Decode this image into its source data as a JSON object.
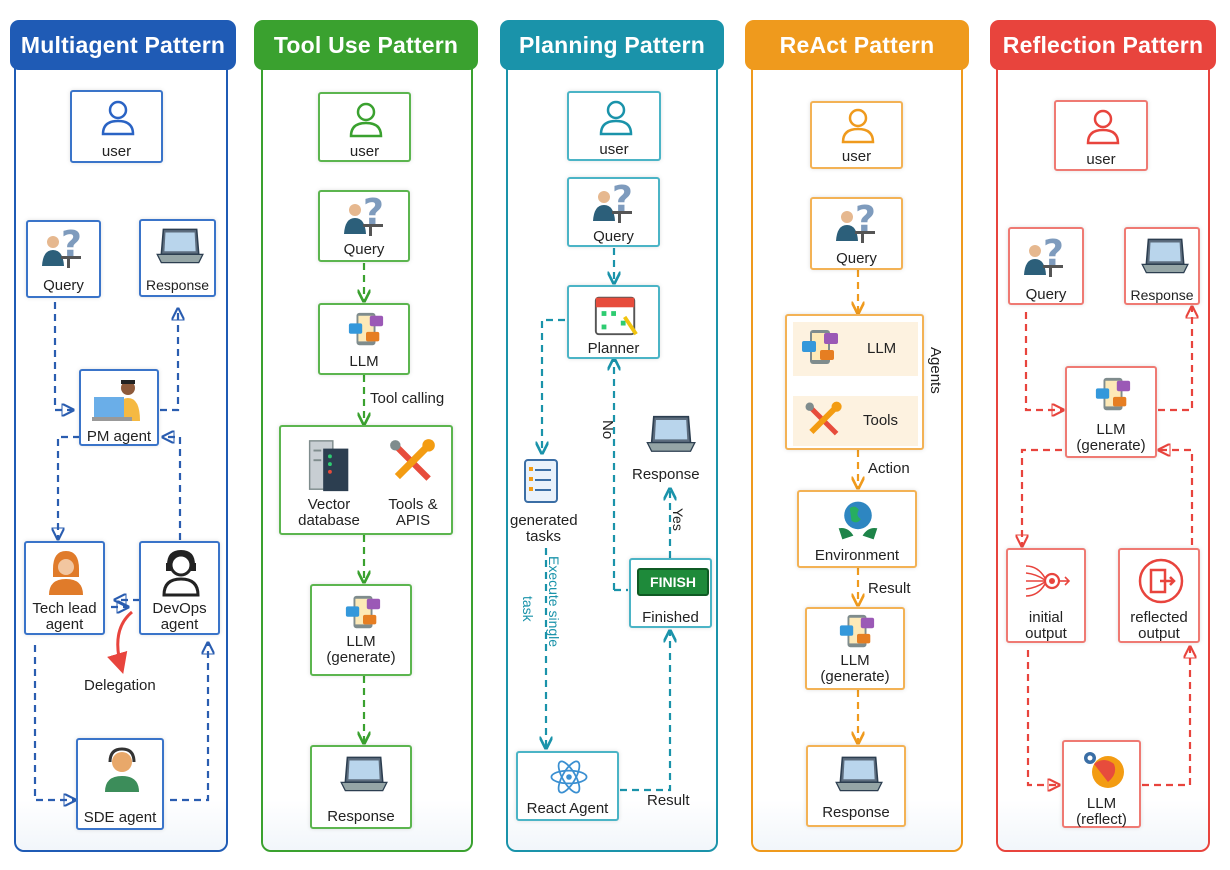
{
  "colors": {
    "multiagent": "#1f5bb5",
    "tooluse": "#3aa12f",
    "planning": "#1a93aa",
    "react": "#ef9a1d",
    "reflection": "#e8443d",
    "delegation_arrow": "#e8443d"
  },
  "multiagent": {
    "title": "Multiagent Pattern",
    "user": "user",
    "query": "Query",
    "response": "Response",
    "pm": "PM agent",
    "techlead_1": "Tech lead",
    "techlead_2": "agent",
    "devops_1": "DevOps",
    "devops_2": "agent",
    "delegation": "Delegation",
    "sde": "SDE agent"
  },
  "tooluse": {
    "title": "Tool Use Pattern",
    "user": "user",
    "query": "Query",
    "llm": "LLM",
    "tool_calling": "Tool calling",
    "vector_1": "Vector",
    "vector_2": "database",
    "tools_1": "Tools &",
    "tools_2": "APIS",
    "llm_gen_1": "LLM",
    "llm_gen_2": "(generate)",
    "response": "Response"
  },
  "planning": {
    "title": "Planning Pattern",
    "user": "user",
    "query": "Query",
    "planner": "Planner",
    "no": "No",
    "response": "Response",
    "gen_1": "generated",
    "gen_2": "tasks",
    "yes": "Yes",
    "execute_1": "Execute single",
    "execute_2": "task",
    "finish": "FINISH",
    "finished": "Finished",
    "react_agent": "React Agent",
    "result": "Result"
  },
  "react": {
    "title": "ReAct Pattern",
    "user": "user",
    "query": "Query",
    "llm": "LLM",
    "tools": "Tools",
    "agents": "Agents",
    "action": "Action",
    "environment": "Environment",
    "result": "Result",
    "llm_gen_1": "LLM",
    "llm_gen_2": "(generate)",
    "response": "Response"
  },
  "reflection": {
    "title": "Reflection Pattern",
    "user": "user",
    "query": "Query",
    "response": "Response",
    "llm_gen_1": "LLM",
    "llm_gen_2": "(generate)",
    "initial_1": "initial",
    "initial_2": "output",
    "reflected_1": "reflected",
    "reflected_2": "output",
    "llm_ref_1": "LLM",
    "llm_ref_2": "(reflect)"
  }
}
